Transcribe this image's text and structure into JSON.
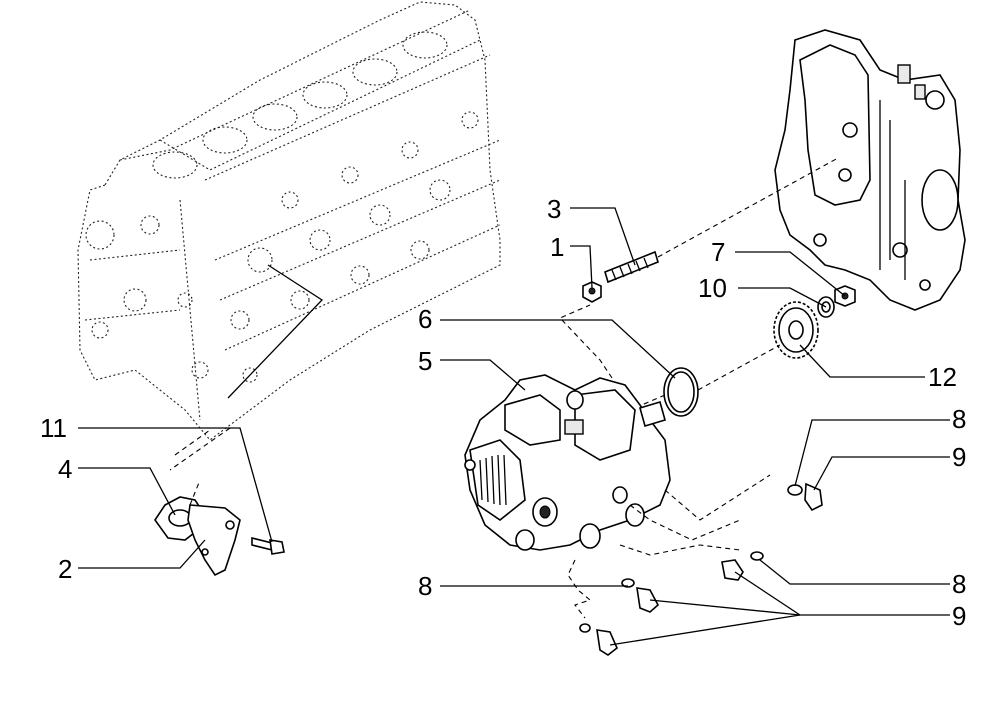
{
  "diagram": {
    "callouts": [
      {
        "id": "c11",
        "label": "11"
      },
      {
        "id": "c4",
        "label": "4"
      },
      {
        "id": "c2",
        "label": "2"
      },
      {
        "id": "c3",
        "label": "3"
      },
      {
        "id": "c1",
        "label": "1"
      },
      {
        "id": "c7",
        "label": "7"
      },
      {
        "id": "c10",
        "label": "10"
      },
      {
        "id": "c6",
        "label": "6"
      },
      {
        "id": "c5",
        "label": "5"
      },
      {
        "id": "c12",
        "label": "12"
      },
      {
        "id": "c8a",
        "label": "8"
      },
      {
        "id": "c9a",
        "label": "9"
      },
      {
        "id": "c8b",
        "label": "8"
      },
      {
        "id": "c8c",
        "label": "8"
      },
      {
        "id": "c9b",
        "label": "9"
      }
    ]
  }
}
